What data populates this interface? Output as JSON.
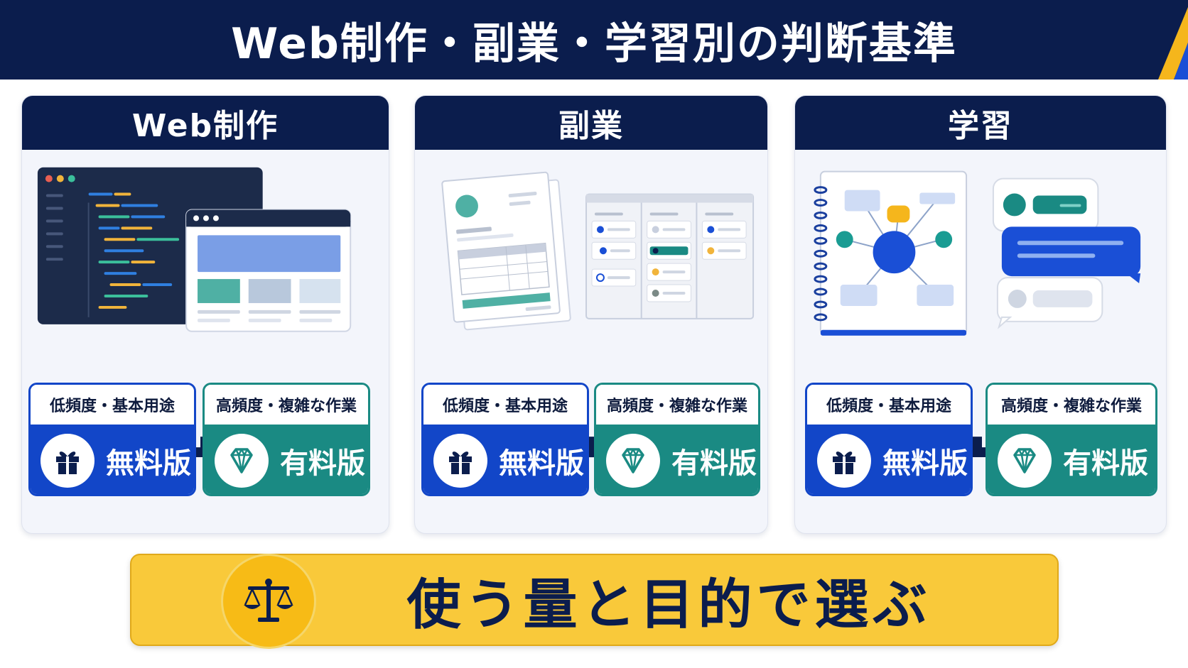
{
  "title": "Web制作・副業・学習別の判断基準",
  "colors": {
    "navy": "#0b1d4d",
    "free_blue": "#1246c8",
    "paid_teal": "#1a8a83",
    "banner_yellow": "#f9c93a",
    "accent_stripe": "#f5b61c"
  },
  "columns": [
    {
      "heading": "Web制作",
      "free": {
        "label": "低頻度・基本用途",
        "plan": "無料版",
        "icon": "gift-icon"
      },
      "paid": {
        "label": "高頻度・複雑な作業",
        "plan": "有料版",
        "icon": "diamond-icon"
      }
    },
    {
      "heading": "副業",
      "free": {
        "label": "低頻度・基本用途",
        "plan": "無料版",
        "icon": "gift-icon"
      },
      "paid": {
        "label": "高頻度・複雑な作業",
        "plan": "有料版",
        "icon": "diamond-icon"
      }
    },
    {
      "heading": "学習",
      "free": {
        "label": "低頻度・基本用途",
        "plan": "無料版",
        "icon": "gift-icon"
      },
      "paid": {
        "label": "高頻度・複雑な作業",
        "plan": "有料版",
        "icon": "diamond-icon"
      }
    }
  ],
  "banner": {
    "text": "使う量と目的で選ぶ",
    "icon": "scale-icon"
  }
}
